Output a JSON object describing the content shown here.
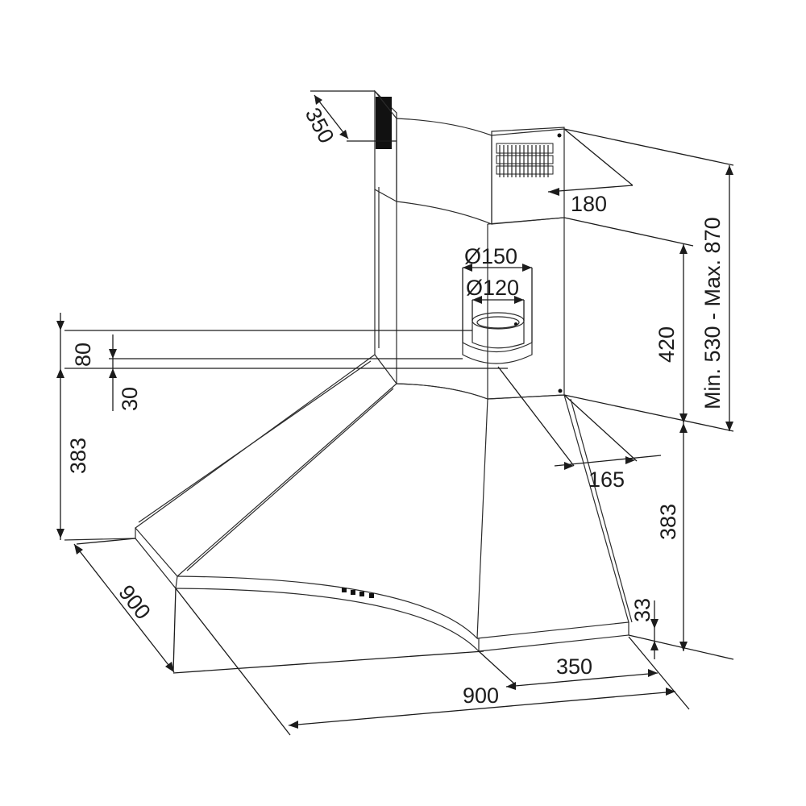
{
  "dimensions": {
    "top_depth": "350",
    "top_width": "180",
    "flue_outer": "Ø150",
    "flue_inner": "Ø120",
    "chimney_height": "420",
    "chimney_range": "Min. 530 - Max. 870",
    "gap_80": "80",
    "gap_30": "30",
    "hood_height_left": "383",
    "hood_height_right": "383",
    "front_edge": "33",
    "side_depth": "165",
    "base_depth": "350",
    "left_width": "900",
    "right_width": "900"
  }
}
